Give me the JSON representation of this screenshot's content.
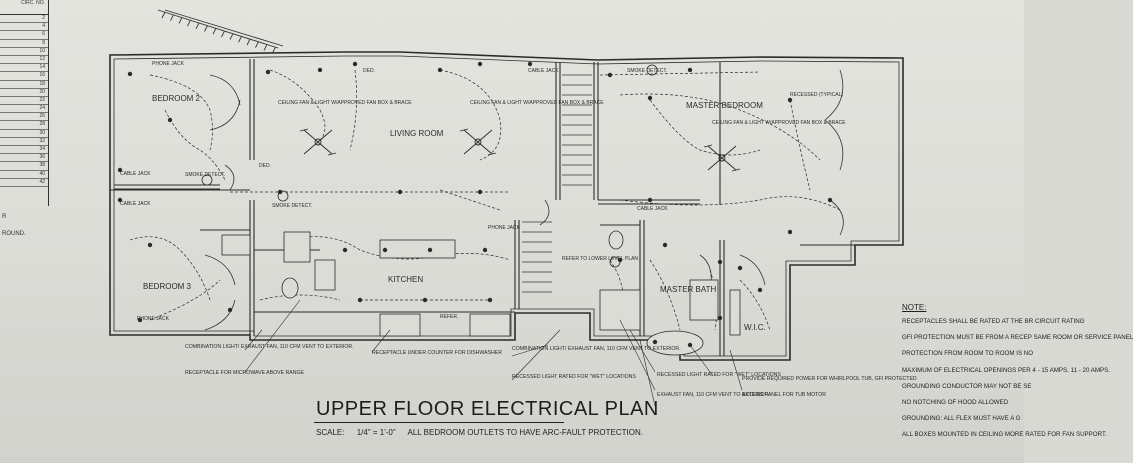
{
  "title": "UPPER FLOOR ELECTRICAL PLAN",
  "scale": {
    "label": "SCALE:",
    "value": "1/4\" = 1'-0\"",
    "note": "ALL BEDROOM OUTLETS TO HAVE ARC-FAULT PROTECTION."
  },
  "schedule": {
    "header": "CIRC. NO.",
    "numbers": [
      "2",
      "4",
      "6",
      "8",
      "10",
      "12",
      "14",
      "16",
      "18",
      "20",
      "22",
      "24",
      "26",
      "28",
      "30",
      "32",
      "34",
      "36",
      "38",
      "40",
      "42"
    ]
  },
  "edge_fragments": {
    "r": "R",
    "ground": "ROUND."
  },
  "rooms": {
    "bedroom2": "BEDROOM 2",
    "bedroom3": "BEDROOM 3",
    "living": "LIVING ROOM",
    "kitchen": "KITCHEN",
    "master_bedroom": "MASTER BEDROOM",
    "master_bath": "MASTER BATH",
    "wic": "W.I.C."
  },
  "labels": {
    "phone_jack": "PHONE JACK",
    "cable_jack": "CABLE JACK",
    "smoke_detect": "SMOKE DETECT.",
    "ceiling_fan": "CEILING FAN & LIGHT W/APPROVED FAN BOX & BRACE",
    "recessed_typical": "RECESSED (TYPICAL)",
    "refer_lower": "REFER TO LOWER LEVEL PLAN",
    "refer_note": "REFER.",
    "dedicated": "DED.",
    "gfi": "GFI"
  },
  "callouts": {
    "exhaust_fan_1": "COMBINATION LIGHT/ EXHAUST FAN, 110 CFM VENT TO EXTERIOR.",
    "microwave": "RECEPTACLE FOR MICROWAVE ABOVE RANGE",
    "dishwasher": "RECEPTACLE UNDER COUNTER FOR DISHWASHER",
    "exhaust_fan_2": "COMBINATION LIGHT/ EXHAUST FAN, 110 CFM VENT TO EXTERIOR.",
    "recessed_wet_1": "RECESSED LIGHT RATED FOR \"WET\" LOCATIONS",
    "recessed_wet_2": "RECESSED LIGHT RATED FOR \"WET\" LOCATIONS",
    "exhaust_fan_3": "EXHAUST FAN, 110 CFM VENT TO EXTERIOR.",
    "whirlpool": "PROVIDE REQUIRED POWER FOR WHIRLPOOL TUB, GFI PROTECTED",
    "access_panel": "ACCESS PANEL FOR TUB MOTOR"
  },
  "notes": {
    "heading": "NOTE:",
    "items": [
      "RECEPTACLES SHALL BE RATED AT THE BR CIRCUIT RATING",
      "GFI PROTECTION MUST BE FROM A RECEP SAME ROOM OR SERVICE PANEL",
      "PROTECTION FROM ROOM TO ROOM IS NO",
      "MAXIMUM OF ELECTRICAL OPENINGS PER 4 - 15 AMPS, 11 - 20 AMPS.",
      "GROUNDING CONDUCTOR MAY NOT BE SE",
      "NO NOTCHING OF HOOD ALLOWED",
      "GROUNDING: ALL FLEX MUST HAVE A G",
      "ALL BOXES MOUNTED IN CEILING MORE RATED FOR FAN SUPPORT."
    ]
  },
  "colors": {
    "paper": "#dcdcd7",
    "ink": "#2a2a2a"
  }
}
